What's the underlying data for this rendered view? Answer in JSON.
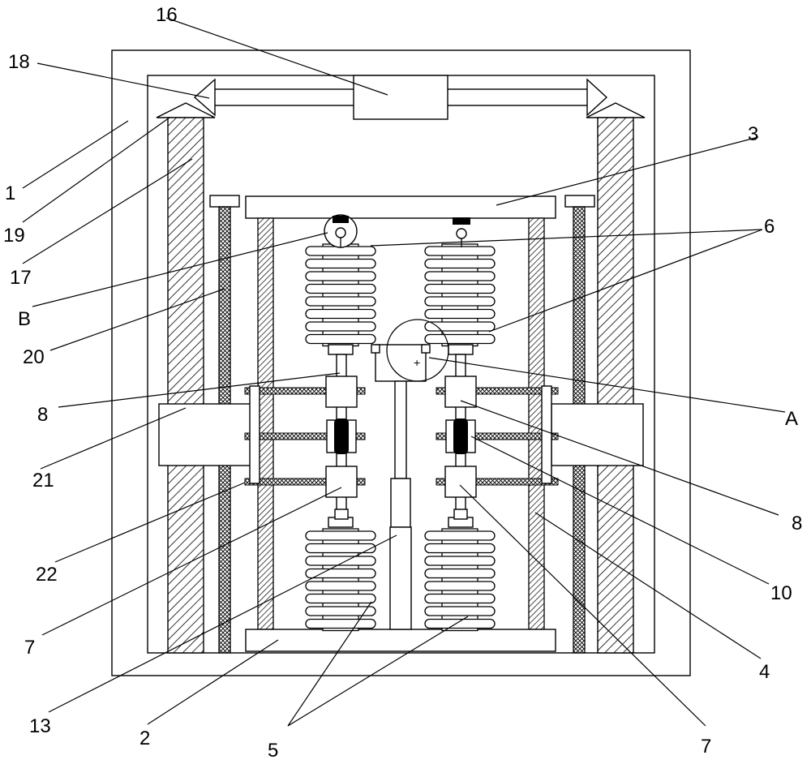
{
  "labels": {
    "l1": "1",
    "l2": "2",
    "l3": "3",
    "l4": "4",
    "l5": "5",
    "l6": "6",
    "l7a": "7",
    "l7b": "7",
    "l8a": "8",
    "l8b": "8",
    "l10": "10",
    "l13": "13",
    "l16": "16",
    "l17": "17",
    "l18": "18",
    "l19": "19",
    "l20": "20",
    "l21": "21",
    "l22": "22",
    "lA": "A",
    "lB": "B"
  }
}
